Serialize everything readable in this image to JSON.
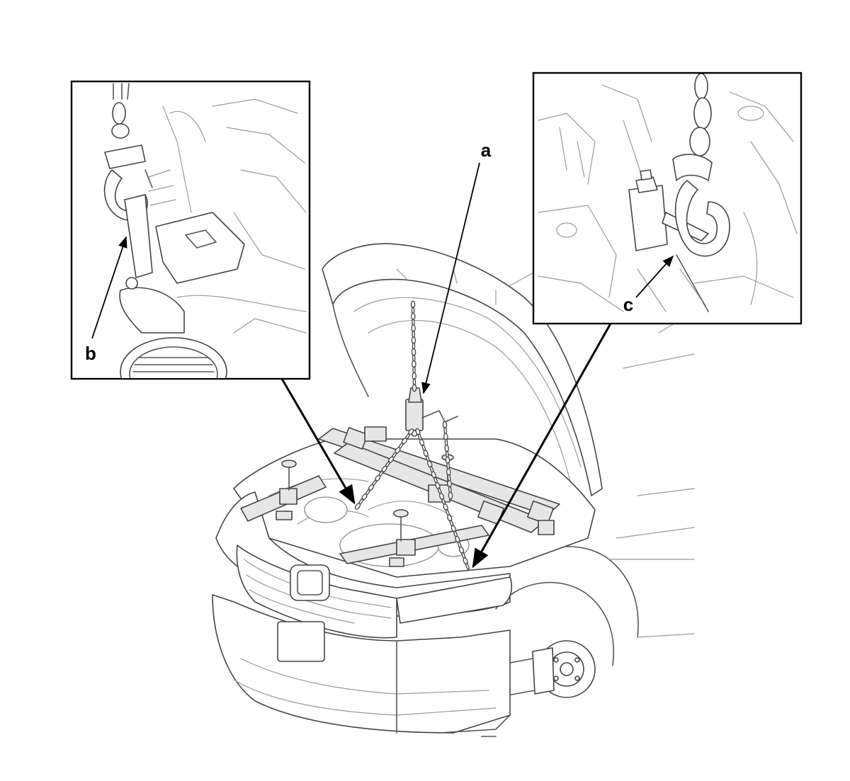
{
  "callouts": {
    "a": "a",
    "b": "b",
    "c": "c"
  },
  "colors": {
    "ink": "#000000",
    "line": "#555555",
    "fill": "#e6e6e6",
    "background": "#ffffff"
  }
}
